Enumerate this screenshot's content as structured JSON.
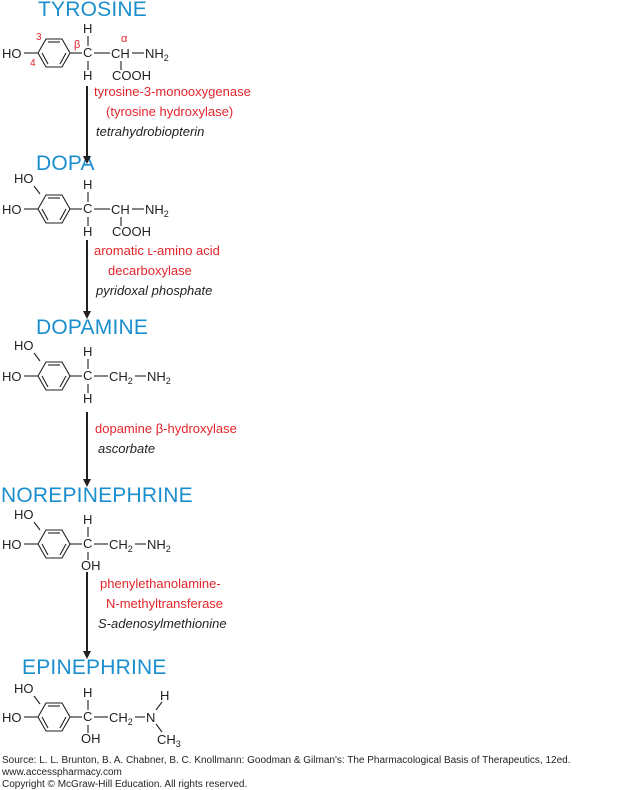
{
  "compounds": [
    {
      "name": "TYROSINE"
    },
    {
      "name": "DOPA"
    },
    {
      "name": "DOPAMINE"
    },
    {
      "name": "NOREPINEPHRINE"
    },
    {
      "name": "EPINEPHRINE"
    }
  ],
  "steps": [
    {
      "enzyme_lines": [
        "tyrosine-3-monooxygenase",
        "(tyrosine hydroxylase)"
      ],
      "cofactor": "tetrahydrobiopterin"
    },
    {
      "enzyme_lines": [
        "aromatic ʟ-amino acid",
        "decarboxylase"
      ],
      "cofactor": "pyridoxal phosphate"
    },
    {
      "enzyme_lines": [
        "dopamine β-hydroxylase"
      ],
      "cofactor": "ascorbate"
    },
    {
      "enzyme_lines": [
        "phenylethanolamine-",
        "N-methyltransferase"
      ],
      "cofactor": "S-adenosylmethionine"
    }
  ],
  "atoms": {
    "ho": "HO",
    "h": "H",
    "ch": "CH",
    "ch2": "CH",
    "nh2": "NH",
    "sub2": "2",
    "sub3": "3",
    "cooh": "COOH",
    "oh": "OH",
    "c": "C",
    "n": "N",
    "ch3": "CH",
    "pos3": "3",
    "pos4": "4",
    "beta": "β",
    "alpha": "α"
  },
  "source": {
    "line1": "Source: L. L. Brunton, B. A. Chabner, B. C. Knollmann: Goodman & Gilman's: The Pharmacological Basis of Therapeutics, 12ed.",
    "line2": "www.accesspharmacy.com",
    "line3": "Copyright © McGraw-Hill Education.  All rights reserved."
  }
}
